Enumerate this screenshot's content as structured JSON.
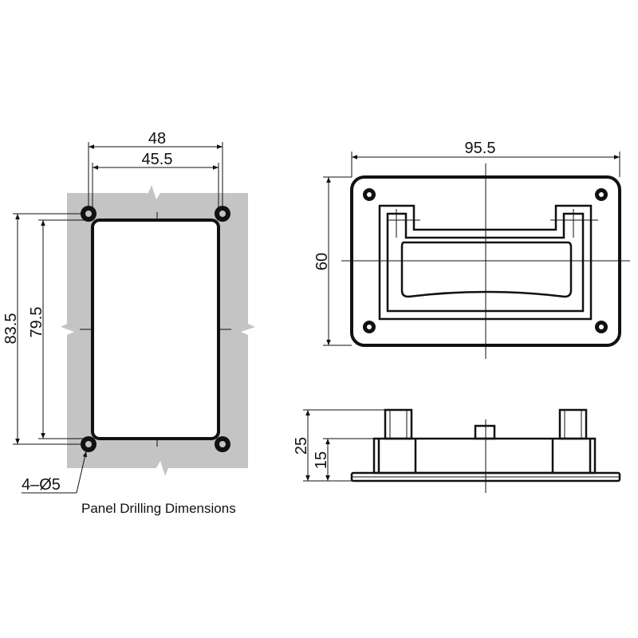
{
  "colors": {
    "panel_fill": "#c4c4c4",
    "line": "#111111",
    "background": "#ffffff"
  },
  "panel_drilling": {
    "caption": "Panel Drilling Dimensions",
    "dim_outer_width": "48",
    "dim_inner_width": "45.5",
    "dim_outer_height": "83.5",
    "dim_inner_height": "79.5",
    "dim_holes": "4–Ø5"
  },
  "front_view": {
    "dim_width": "95.5",
    "dim_height": "60"
  },
  "side_view": {
    "dim_total_height": "25",
    "dim_base_height": "15"
  }
}
